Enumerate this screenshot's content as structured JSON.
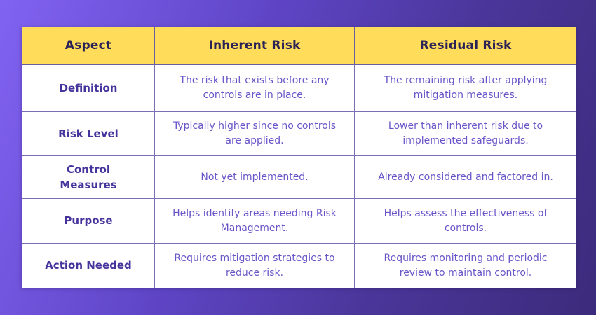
{
  "colors": {
    "background_gradient_start": "#8163f2",
    "background_gradient_end": "#3c2b7c",
    "header_background": "#ffdc5a",
    "header_text": "#2b2356",
    "aspect_label_text": "#46339b",
    "body_text": "#6a54c8",
    "grid_line": "#7a6fb4",
    "cell_background": "#ffffff"
  },
  "table": {
    "columns": [
      "Aspect",
      "Inherent Risk",
      "Residual Risk"
    ],
    "rows": [
      {
        "aspect": "Definition",
        "inherent": "The risk that exists before any controls are in place.",
        "residual": "The remaining risk after applying mitigation measures."
      },
      {
        "aspect": "Risk Level",
        "inherent": "Typically higher since no controls are applied.",
        "residual": "Lower than inherent risk due to implemented safeguards."
      },
      {
        "aspect": "Control Measures",
        "inherent": "Not yet implemented.",
        "residual": "Already considered and factored in."
      },
      {
        "aspect": "Purpose",
        "inherent": "Helps identify areas needing Risk Management.",
        "residual": "Helps assess the effectiveness of controls."
      },
      {
        "aspect": "Action Needed",
        "inherent": "Requires mitigation strategies to reduce risk.",
        "residual": "Requires monitoring and periodic review to maintain control."
      }
    ]
  },
  "chart_data": {
    "type": "table",
    "title": "",
    "columns": [
      "Aspect",
      "Inherent Risk",
      "Residual Risk"
    ],
    "rows": [
      [
        "Definition",
        "The risk that exists before any controls are in place.",
        "The remaining risk after applying mitigation measures."
      ],
      [
        "Risk Level",
        "Typically higher since no controls are applied.",
        "Lower than inherent risk due to implemented safeguards."
      ],
      [
        "Control Measures",
        "Not yet implemented.",
        "Already considered and factored in."
      ],
      [
        "Purpose",
        "Helps identify areas needing Risk Management.",
        "Helps assess the effectiveness of controls."
      ],
      [
        "Action Needed",
        "Requires mitigation strategies to reduce risk.",
        "Requires monitoring and periodic review to maintain control."
      ]
    ]
  }
}
